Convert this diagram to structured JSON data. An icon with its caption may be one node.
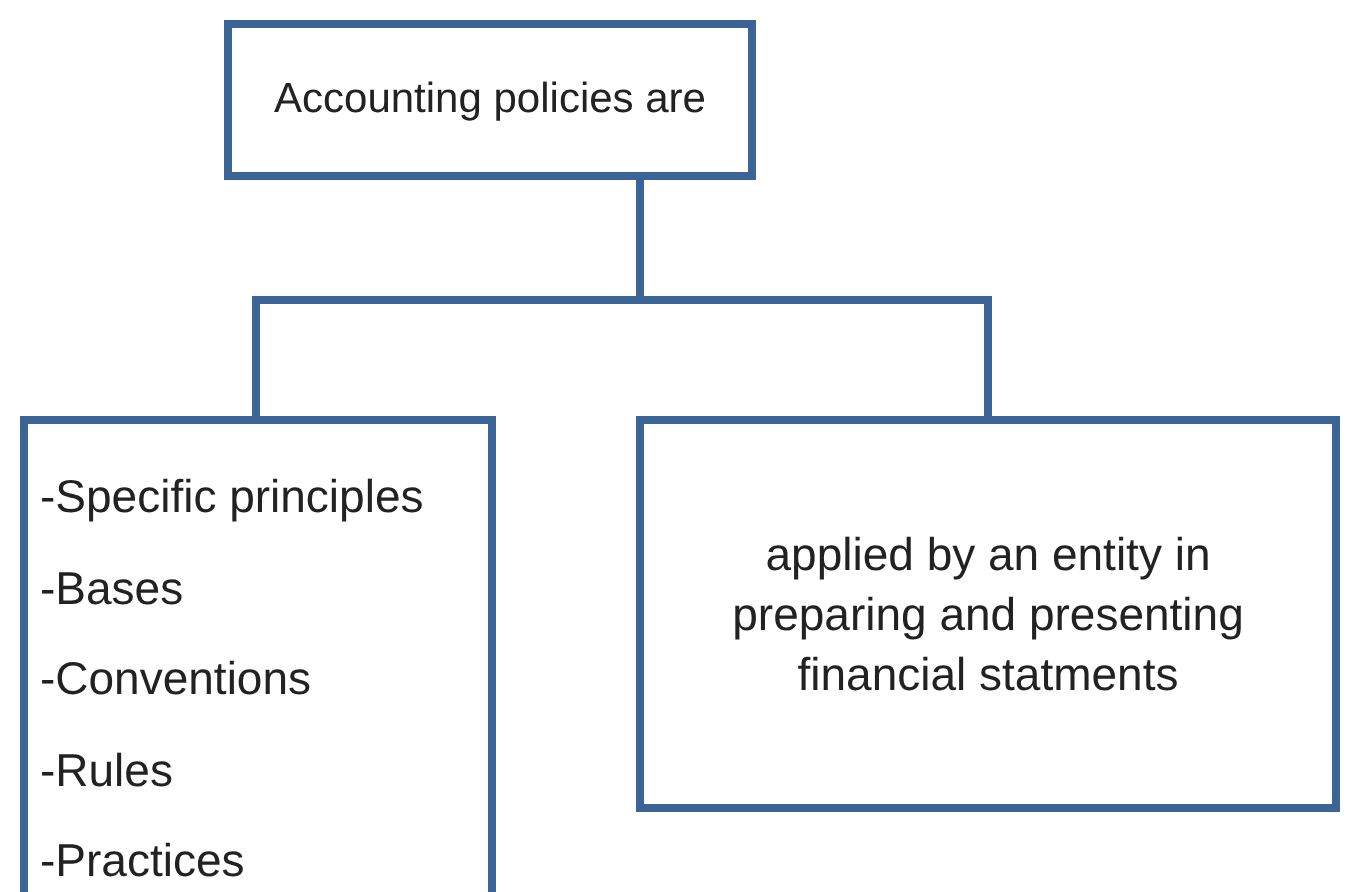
{
  "diagram": {
    "nodes": [
      {
        "text": [
          "Accounting policies are"
        ]
      },
      {
        "text": [
          "-Specific principles",
          "-Bases",
          "-Conventions",
          "-Rules",
          "-Practices"
        ]
      },
      {
        "text": [
          "applied by an entity in preparing and presenting financial statments"
        ]
      }
    ],
    "edges": [
      {
        "from": 0,
        "to": 1,
        "arrow": "none"
      },
      {
        "from": 0,
        "to": 2,
        "arrow": "none"
      }
    ]
  }
}
